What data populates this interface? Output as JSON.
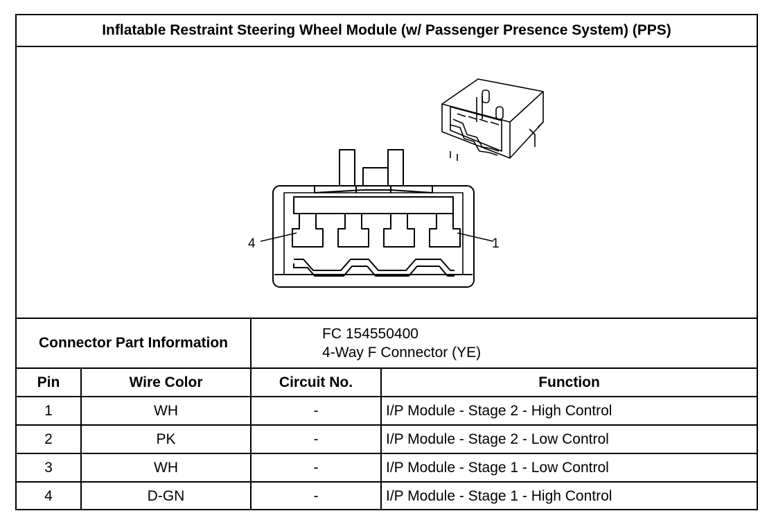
{
  "title": "Inflatable Restraint Steering Wheel Module (w/ Passenger Presence System) (PPS)",
  "figure": {
    "pin_label_left": "4",
    "pin_label_right": "1"
  },
  "connector_info": {
    "label": "Connector Part Information",
    "part_number": "FC 154550400",
    "description": "4-Way F Connector (YE)"
  },
  "columns": [
    "Pin",
    "Wire Color",
    "Circuit No.",
    "Function"
  ],
  "rows": [
    {
      "pin": "1",
      "wire_color": "WH",
      "circuit": "-",
      "function": "I/P Module - Stage 2 - High Control"
    },
    {
      "pin": "2",
      "wire_color": "PK",
      "circuit": "-",
      "function": "I/P Module - Stage 2 - Low Control"
    },
    {
      "pin": "3",
      "wire_color": "WH",
      "circuit": "-",
      "function": "I/P Module - Stage 1 - Low Control"
    },
    {
      "pin": "4",
      "wire_color": "D-GN",
      "circuit": "-",
      "function": "I/P Module - Stage 1 - High Control"
    }
  ]
}
